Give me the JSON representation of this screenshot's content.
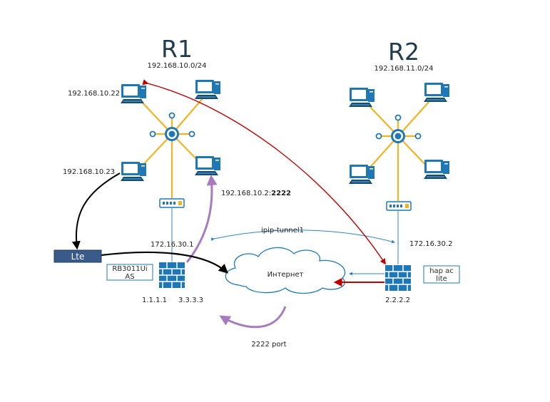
{
  "routers": {
    "r1": {
      "title": "R1",
      "subnet": "192.168.10.0/24"
    },
    "r2": {
      "title": "R2",
      "subnet": "192.168.11.0/24"
    }
  },
  "hosts": {
    "r1_host_top_left": "192.168.10.22",
    "r1_host_bottom_left": "192.168.10.23",
    "r1_host_port_prefix": "192.168.10.2:",
    "r1_host_port_bold": "2222"
  },
  "links": {
    "r1_lan_ip": "172.16.30.1",
    "r2_lan_ip": "172.16.30.2",
    "tunnel": "ipip-tunnel1",
    "internet": "Интернет",
    "lte": "Lte",
    "r1_model_line1": "RB3011Ui",
    "r1_model_line2": "AS",
    "r2_model_line1": "hap ac",
    "r2_model_line2": "lite",
    "r1_wan_ip_1": "1.1.1.1",
    "r1_wan_ip_2": "3.3.3.3",
    "r2_wan_ip": "2.2.2.2",
    "port_note": "2222 port"
  },
  "colors": {
    "monitor": "#1f78b4",
    "monitor_dark": "#0f4f7a",
    "star_link": "#f0b323",
    "line": "#2f86c0",
    "red_arrow": "#c00000",
    "purple_arrow": "#a77bc0",
    "black_arrow": "#000000",
    "lte_box": "#3a5a8a"
  }
}
